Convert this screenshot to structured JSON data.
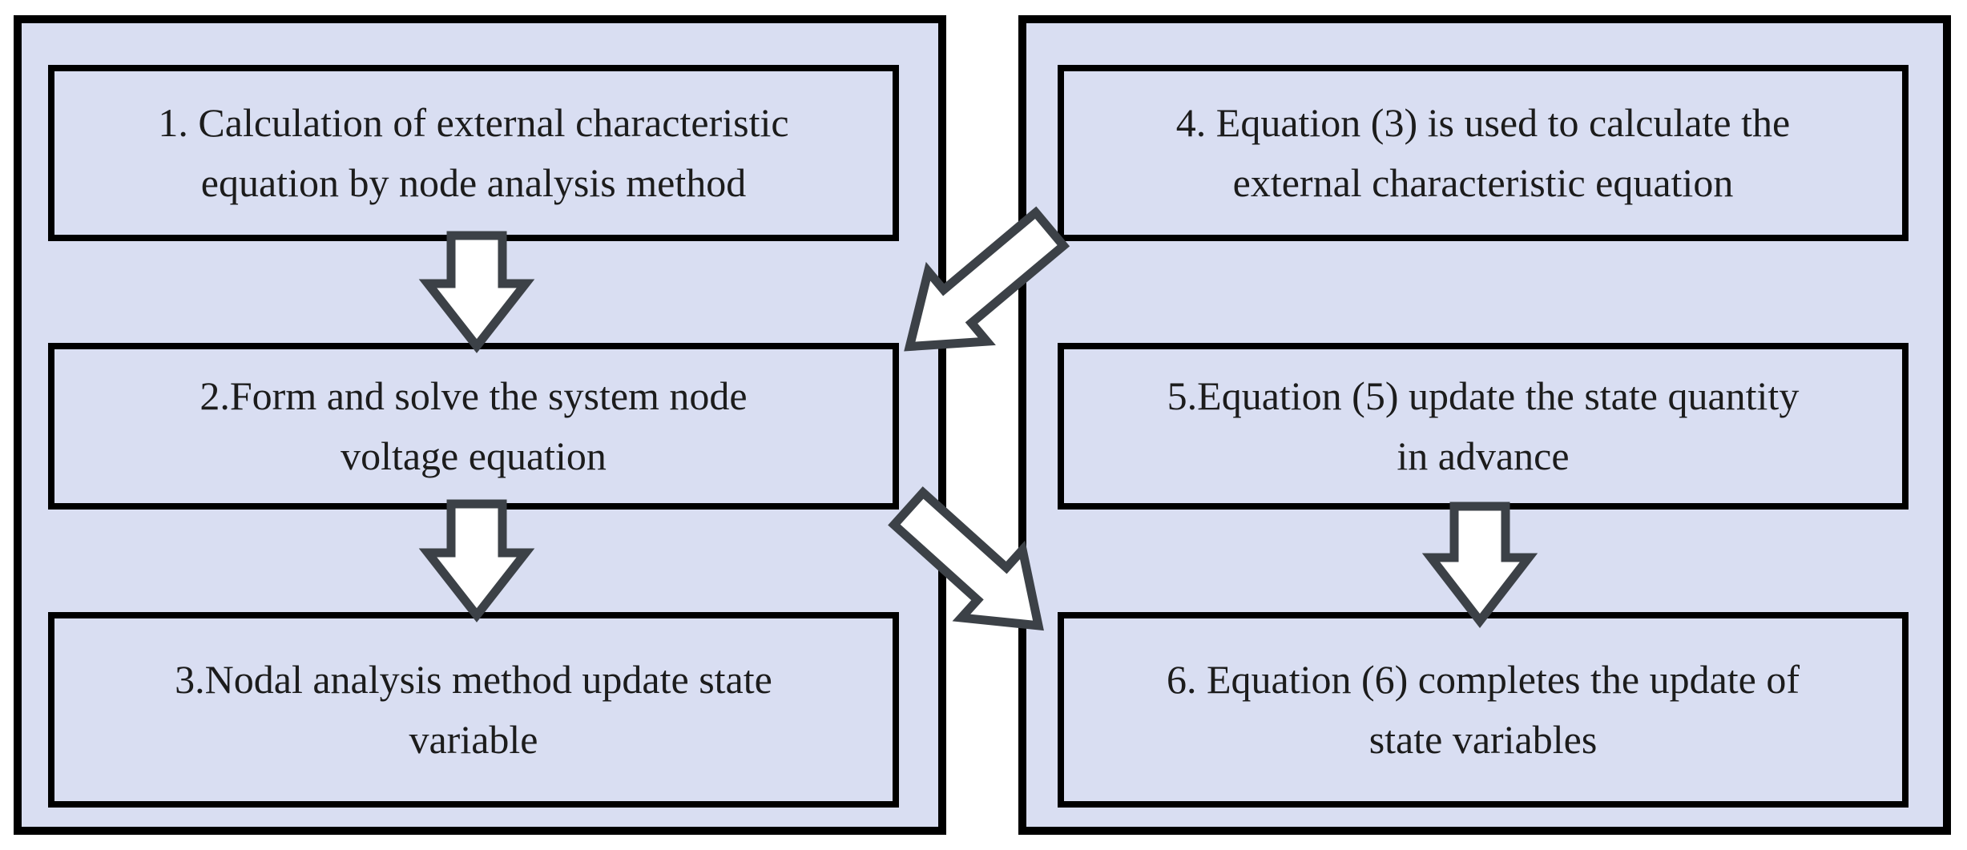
{
  "colors": {
    "page_bg": "#ffffff",
    "panel_fill": "#d9def2",
    "border_color": "#000000",
    "arrow_fill": "#ffffff",
    "arrow_outline": "#3c4147",
    "text_color": "#1c1c1c"
  },
  "left_panel": {
    "boxes": [
      {
        "step": "1",
        "lines": [
          "1. Calculation of external characteristic",
          "equation by node analysis method"
        ]
      },
      {
        "step": "2",
        "lines": [
          "2.Form and solve the system node",
          "voltage equation"
        ]
      },
      {
        "step": "3",
        "lines": [
          "3.Nodal analysis method update state",
          "variable"
        ]
      }
    ]
  },
  "right_panel": {
    "boxes": [
      {
        "step": "4",
        "lines": [
          "4. Equation (3) is used to calculate the",
          "external characteristic equation"
        ]
      },
      {
        "step": "5",
        "lines": [
          "5.Equation (5) update the state quantity",
          "in advance"
        ]
      },
      {
        "step": "6",
        "lines": [
          "6. Equation (6) completes the update of",
          "state variables"
        ]
      }
    ]
  },
  "arrows": [
    {
      "name": "arrow-step1-to-step2",
      "shape": "down-block-arrow"
    },
    {
      "name": "arrow-step2-to-step3",
      "shape": "down-block-arrow"
    },
    {
      "name": "arrow-step5-to-step6",
      "shape": "down-block-arrow"
    },
    {
      "name": "arrow-step4-to-step2",
      "shape": "diagonal-down-left-block-arrow"
    },
    {
      "name": "arrow-step2-to-step6",
      "shape": "diagonal-down-right-block-arrow"
    }
  ]
}
